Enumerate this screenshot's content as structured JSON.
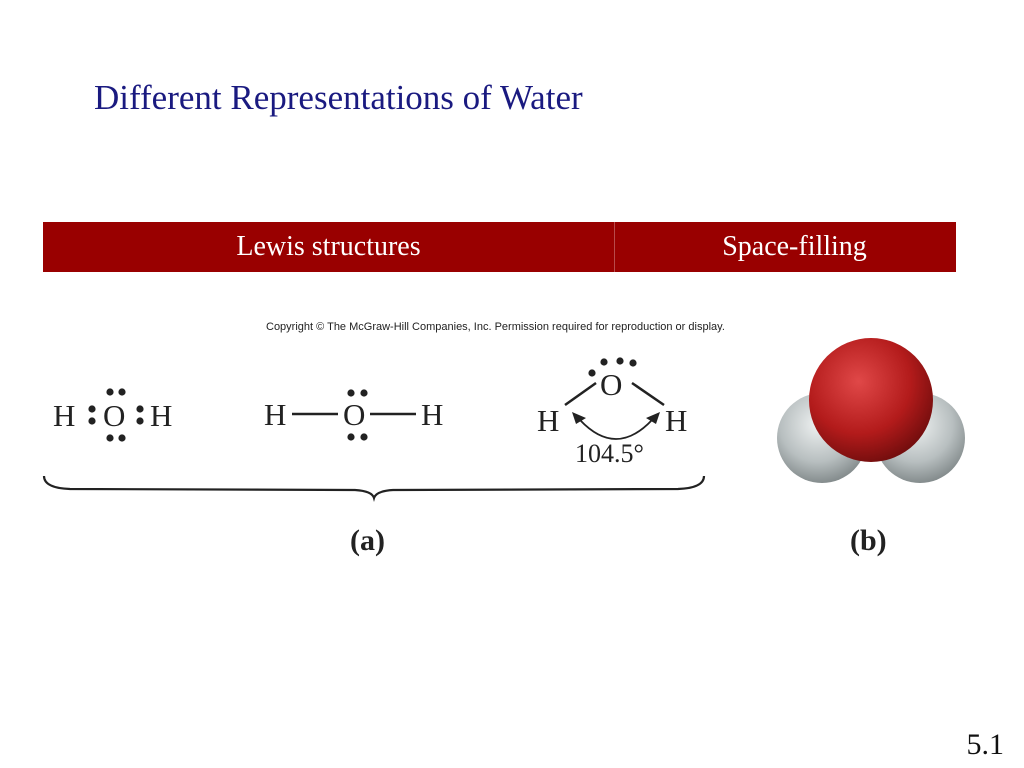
{
  "slide": {
    "title": "Different Representations of Water",
    "number": "5.1"
  },
  "header": {
    "left_label": "Lewis structures",
    "right_label": "Space-filling"
  },
  "figure": {
    "copyright": "Copyright © The McGraw-Hill Companies, Inc. Permission required for reproduction or display.",
    "atoms": {
      "hydrogen": "H",
      "oxygen": "O"
    },
    "bond_angle": "104.5°",
    "part_a_label": "(a)",
    "part_b_label": "(b)",
    "colors": {
      "oxygen": "#b31b1b",
      "hydrogen": "#b8bfc0",
      "header": "#990000",
      "title": "#1a1a80"
    }
  }
}
